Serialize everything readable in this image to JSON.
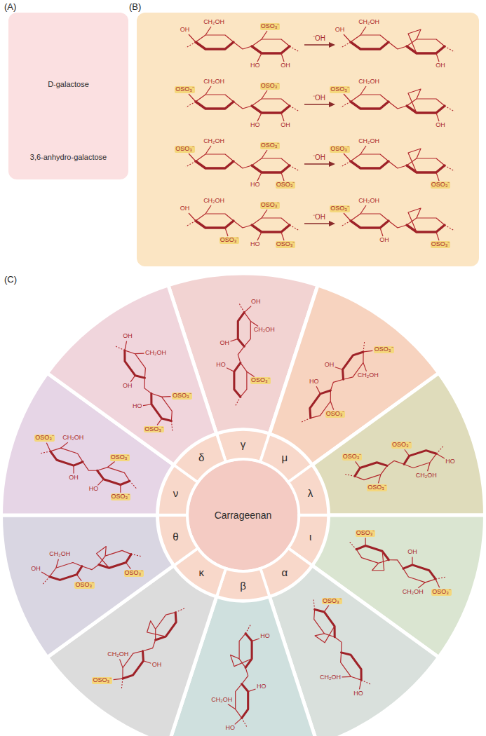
{
  "diagram": {
    "nodes": [
      {
        "text": [
          "D-galactose",
          "3,6-anhydro-galactose"
        ]
      },
      {
        "text": [
          "Carrageenan"
        ]
      },
      {
        "text": [
          "γ"
        ]
      },
      {
        "text": [
          "μ"
        ]
      },
      {
        "text": [
          "λ"
        ]
      },
      {
        "text": [
          "ι"
        ]
      },
      {
        "text": [
          "α"
        ]
      },
      {
        "text": [
          "β"
        ]
      },
      {
        "text": [
          "κ"
        ]
      },
      {
        "text": [
          "θ"
        ]
      },
      {
        "text": [
          "ν"
        ]
      },
      {
        "text": [
          "δ"
        ]
      }
    ],
    "labels": [
      "(A)",
      "OH",
      "CH₂OH",
      "OH",
      "OH",
      "(B)",
      "OH",
      "CH₂OH",
      "OSO₃⁻",
      "HO",
      "OH",
      "⁻OH",
      "OH",
      "CH₂OH",
      "OH",
      "OSO₃⁻",
      "CH₂OH",
      "OSO₃⁻",
      "HO",
      "OH",
      "⁻OH",
      "OSO₃⁻",
      "CH₂OH",
      "OH",
      "OSO₃⁻",
      "CH₂OH",
      "OSO₃⁻",
      "HO",
      "OSO₃⁻",
      "⁻OH",
      "OSO₃⁻",
      "CH₂OH",
      "OSO₃⁻",
      "OH",
      "CH₂OH",
      "OSO₃⁻",
      "OSO₃⁻",
      "HO",
      "OSO₃⁻",
      "⁻OH",
      "OSO₃⁻",
      "CH₂OH",
      "OH",
      "OSO₃⁻",
      "(C)",
      "OH",
      "CH₂OH",
      "OH",
      "OSO₃⁻",
      "HO",
      "OSO₃⁻",
      "CH₂OH",
      "OH",
      "OSO₃⁻",
      "HO",
      "HO",
      "CH₂OH",
      "OSO₃⁻",
      "OSO₃⁻",
      "OSO₃⁻",
      "OSO₃⁻",
      "CH₂OH",
      "OH",
      "OSO₃⁻",
      "HO",
      "CH₂OH",
      "OSO₃⁻",
      "HO",
      "CH₂OH",
      "HO",
      "HO",
      "OSO₃⁻",
      "CH₂OH",
      "OH",
      "OH",
      "CH₂OH",
      "OSO₃⁻",
      "OSO₃⁻",
      "OSO₃⁻",
      "CH₂OH",
      "OH",
      "OSO₃⁻",
      "HO",
      "OSO₃⁻",
      "OH",
      "CH₂OH",
      "OH",
      "OSO₃⁻",
      "HO",
      "OSO₃⁻"
    ]
  }
}
